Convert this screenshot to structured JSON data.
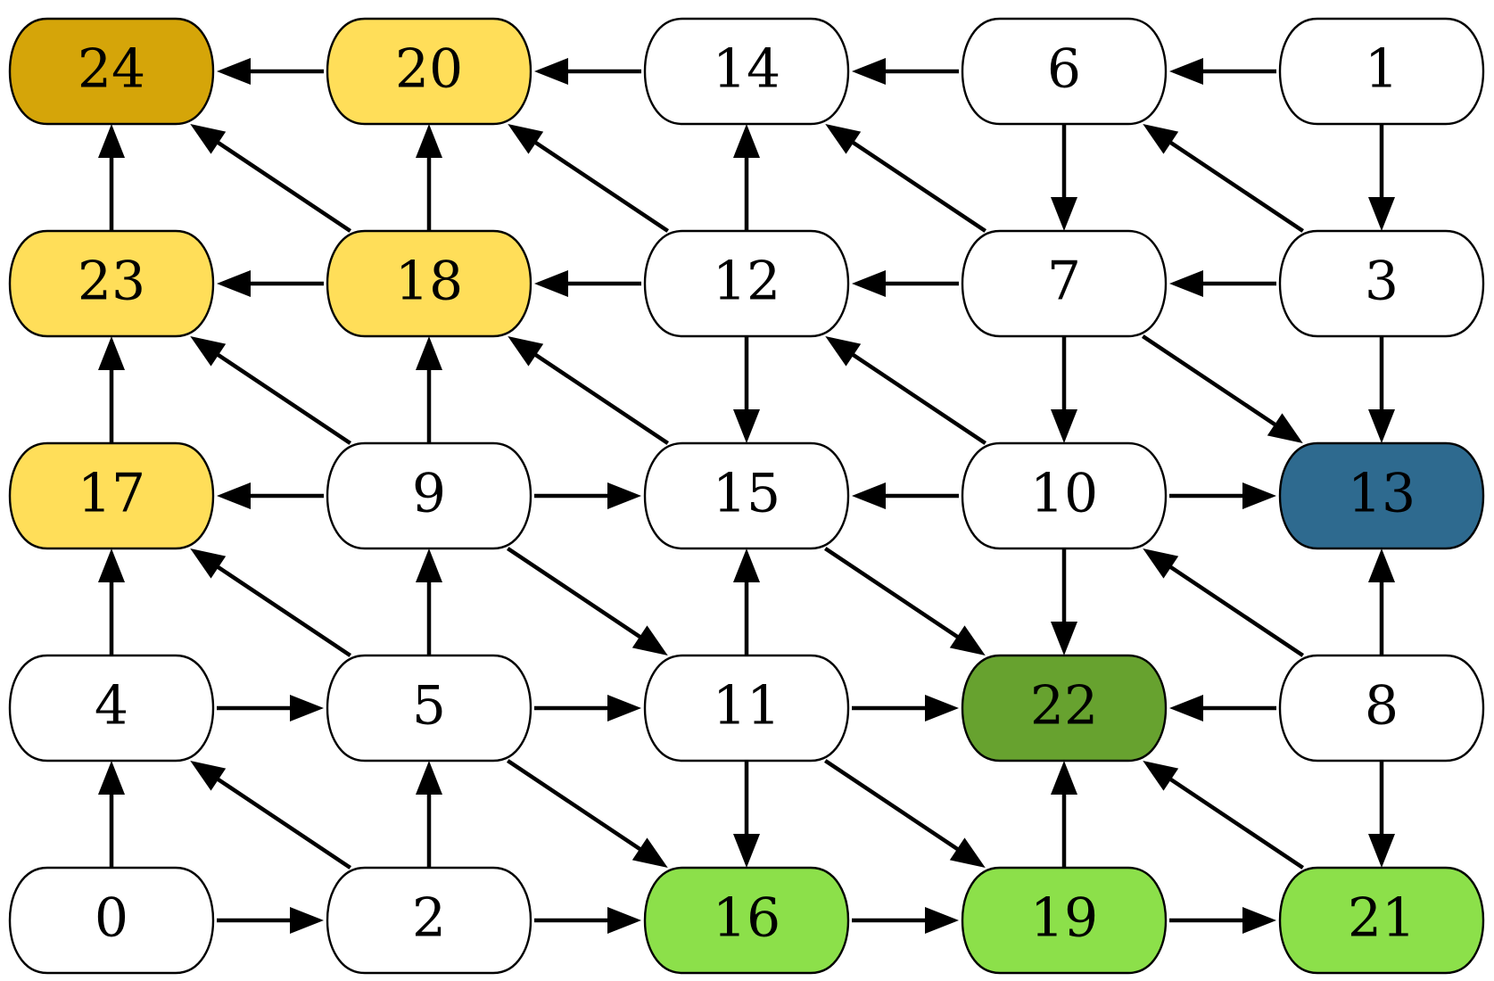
{
  "colors": {
    "default": "#ffffff",
    "dark_gold": "#d5a509",
    "yellow": "#ffde59",
    "blue": "#2e6a8f",
    "dark_green": "#67a22f",
    "light_green": "#8ce04a"
  },
  "nodes": [
    {
      "id": "24",
      "label": "24",
      "fill": "dark_gold"
    },
    {
      "id": "20",
      "label": "20",
      "fill": "yellow"
    },
    {
      "id": "14",
      "label": "14",
      "fill": "default"
    },
    {
      "id": "6",
      "label": "6",
      "fill": "default"
    },
    {
      "id": "1",
      "label": "1",
      "fill": "default"
    },
    {
      "id": "23",
      "label": "23",
      "fill": "yellow"
    },
    {
      "id": "18",
      "label": "18",
      "fill": "yellow"
    },
    {
      "id": "12",
      "label": "12",
      "fill": "default"
    },
    {
      "id": "7",
      "label": "7",
      "fill": "default"
    },
    {
      "id": "3",
      "label": "3",
      "fill": "default"
    },
    {
      "id": "17",
      "label": "17",
      "fill": "yellow"
    },
    {
      "id": "9",
      "label": "9",
      "fill": "default"
    },
    {
      "id": "15",
      "label": "15",
      "fill": "default"
    },
    {
      "id": "10",
      "label": "10",
      "fill": "default"
    },
    {
      "id": "13",
      "label": "13",
      "fill": "blue"
    },
    {
      "id": "4",
      "label": "4",
      "fill": "default"
    },
    {
      "id": "5",
      "label": "5",
      "fill": "default"
    },
    {
      "id": "11",
      "label": "11",
      "fill": "default"
    },
    {
      "id": "22",
      "label": "22",
      "fill": "dark_green"
    },
    {
      "id": "8",
      "label": "8",
      "fill": "default"
    },
    {
      "id": "0",
      "label": "0",
      "fill": "default"
    },
    {
      "id": "2",
      "label": "2",
      "fill": "default"
    },
    {
      "id": "16",
      "label": "16",
      "fill": "light_green"
    },
    {
      "id": "19",
      "label": "19",
      "fill": "light_green"
    },
    {
      "id": "21",
      "label": "21",
      "fill": "light_green"
    }
  ],
  "edges": [
    {
      "from": "20",
      "to": "24"
    },
    {
      "from": "14",
      "to": "20"
    },
    {
      "from": "6",
      "to": "14"
    },
    {
      "from": "1",
      "to": "6"
    },
    {
      "from": "18",
      "to": "23"
    },
    {
      "from": "12",
      "to": "18"
    },
    {
      "from": "7",
      "to": "12"
    },
    {
      "from": "3",
      "to": "7"
    },
    {
      "from": "9",
      "to": "17"
    },
    {
      "from": "9",
      "to": "15"
    },
    {
      "from": "10",
      "to": "15"
    },
    {
      "from": "10",
      "to": "13"
    },
    {
      "from": "4",
      "to": "5"
    },
    {
      "from": "5",
      "to": "11"
    },
    {
      "from": "11",
      "to": "22"
    },
    {
      "from": "8",
      "to": "22"
    },
    {
      "from": "0",
      "to": "2"
    },
    {
      "from": "2",
      "to": "16"
    },
    {
      "from": "16",
      "to": "19"
    },
    {
      "from": "19",
      "to": "21"
    },
    {
      "from": "23",
      "to": "24"
    },
    {
      "from": "18",
      "to": "20"
    },
    {
      "from": "12",
      "to": "14"
    },
    {
      "from": "6",
      "to": "7"
    },
    {
      "from": "1",
      "to": "3"
    },
    {
      "from": "17",
      "to": "23"
    },
    {
      "from": "9",
      "to": "18"
    },
    {
      "from": "12",
      "to": "15"
    },
    {
      "from": "7",
      "to": "10"
    },
    {
      "from": "3",
      "to": "13"
    },
    {
      "from": "4",
      "to": "17"
    },
    {
      "from": "5",
      "to": "9"
    },
    {
      "from": "11",
      "to": "15"
    },
    {
      "from": "10",
      "to": "22"
    },
    {
      "from": "8",
      "to": "13"
    },
    {
      "from": "0",
      "to": "4"
    },
    {
      "from": "2",
      "to": "5"
    },
    {
      "from": "11",
      "to": "16"
    },
    {
      "from": "19",
      "to": "22"
    },
    {
      "from": "8",
      "to": "21"
    },
    {
      "from": "18",
      "to": "24"
    },
    {
      "from": "12",
      "to": "20"
    },
    {
      "from": "7",
      "to": "14"
    },
    {
      "from": "3",
      "to": "6"
    },
    {
      "from": "9",
      "to": "23"
    },
    {
      "from": "15",
      "to": "18"
    },
    {
      "from": "10",
      "to": "12"
    },
    {
      "from": "5",
      "to": "17"
    },
    {
      "from": "8",
      "to": "10"
    },
    {
      "from": "2",
      "to": "4"
    },
    {
      "from": "21",
      "to": "22"
    },
    {
      "from": "7",
      "to": "13"
    },
    {
      "from": "9",
      "to": "11"
    },
    {
      "from": "15",
      "to": "22"
    },
    {
      "from": "5",
      "to": "16"
    },
    {
      "from": "11",
      "to": "19"
    }
  ]
}
